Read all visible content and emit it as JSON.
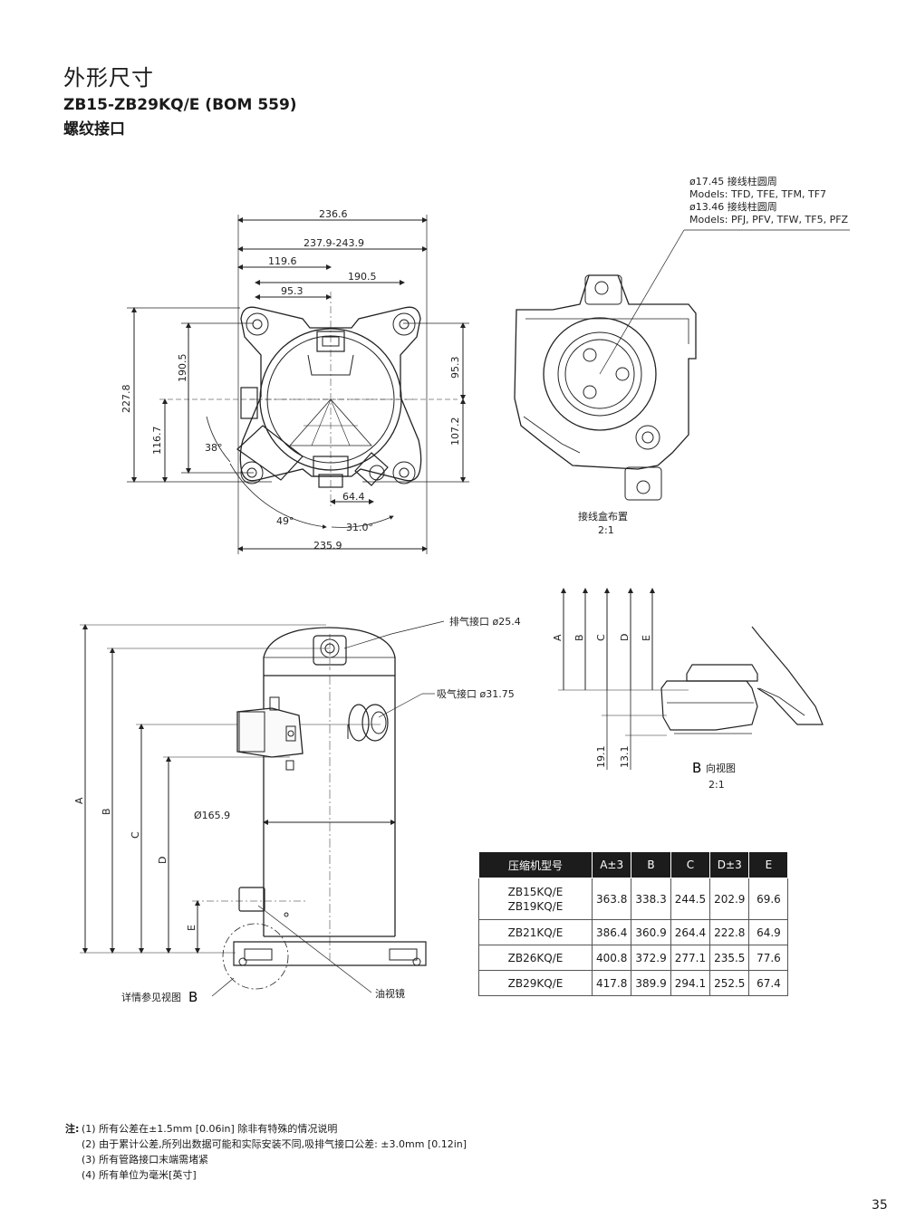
{
  "header": {
    "title": "外形尺寸",
    "subtitle": "ZB15-ZB29KQ/E (BOM 559)",
    "subtitle2": "螺纹接口"
  },
  "top_view": {
    "dims": {
      "d236_6": "236.6",
      "d237_9": "237.9-243.9",
      "d119_6": "119.6",
      "d190_5h": "190.5",
      "d95_3h": "95.3",
      "d190_5v": "190.5",
      "d227_8": "227.8",
      "d116_7": "116.7",
      "d95_3v": "95.3",
      "d107_2": "107.2",
      "a38": "38°",
      "a49": "49°",
      "d64_4": "64.4",
      "d31_0": "31.0°",
      "d235_9": "235.9"
    }
  },
  "terminal_box": {
    "note1": "ø17.45 接线柱圆周",
    "note2": "Models: TFD, TFE, TFM, TF7",
    "note3": "ø13.46 接线柱圆周",
    "note4": "Models: PFJ, PFV, TFW, TF5, PFZ",
    "caption": "接线盒布置",
    "scale": "2:1"
  },
  "side_view": {
    "discharge": "排气接口 ø25.4",
    "suction": "吸气接口 ø31.75",
    "diameter": "Ø165.9",
    "sight_glass": "油视镜",
    "detail_ref": "详情参见视图",
    "detail_letter": "B",
    "letters": [
      "A",
      "B",
      "C",
      "D",
      "E"
    ]
  },
  "view_b": {
    "letters": [
      "A",
      "B",
      "C",
      "D",
      "E"
    ],
    "d19_1": "19.1",
    "d13_1": "13.1",
    "caption_letter": "B",
    "caption": "向视图",
    "scale": "2:1"
  },
  "table": {
    "headers": [
      "压缩机型号",
      "A±3",
      "B",
      "C",
      "D±3",
      "E"
    ],
    "rows": [
      {
        "model": "ZB15KQ/E",
        "model2": "ZB19KQ/E",
        "values": [
          "363.8",
          "338.3",
          "244.5",
          "202.9",
          "69.6"
        ]
      },
      {
        "model": "ZB21KQ/E",
        "model2": "",
        "values": [
          "386.4",
          "360.9",
          "264.4",
          "222.8",
          "64.9"
        ]
      },
      {
        "model": "ZB26KQ/E",
        "model2": "",
        "values": [
          "400.8",
          "372.9",
          "277.1",
          "235.5",
          "77.6"
        ]
      },
      {
        "model": "ZB29KQ/E",
        "model2": "",
        "values": [
          "417.8",
          "389.9",
          "294.1",
          "252.5",
          "67.4"
        ]
      }
    ]
  },
  "notes": {
    "lead": "注:",
    "items": [
      "(1)  所有公差在±1.5mm [0.06in] 除非有特殊的情况说明",
      "(2)  由于累计公差,所列出数据可能和实际安装不同,吸排气接口公差: ±3.0mm [0.12in]",
      "(3)  所有管路接口末端需堵紧",
      "(4)  所有单位为毫米[英寸]"
    ]
  },
  "page_number": "35"
}
